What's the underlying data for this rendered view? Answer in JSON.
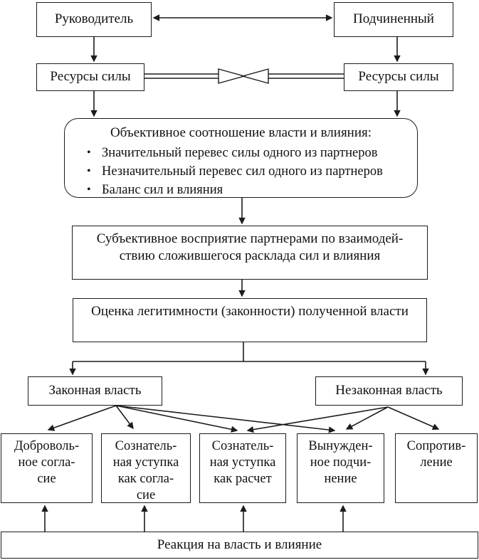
{
  "diagram": {
    "top": {
      "leader": "Руководитель",
      "subordinate": "Подчиненный",
      "resources_left": "Ресурсы силы",
      "resources_right": "Ресурсы силы"
    },
    "objective": {
      "title": "Объективное соотношение власти и влияния:",
      "bullet_glyph": "•",
      "bullets": [
        "Значительный перевес силы одного из партнеров",
        "Незначительный перевес сил одного из партнеров",
        "Баланс сил и влияния"
      ]
    },
    "subjective": {
      "line1": "Субъективное восприятие партнерами по взаимодей-",
      "line2": "ствию сложившегося расклада сил и влияния"
    },
    "legitimacy": "Оценка легитимности (законности) полученной власти",
    "legal_power": "Законная власть",
    "illegal_power": "Незаконная власть",
    "outcomes": [
      {
        "lines": [
          "Доброволь-",
          "ное согла-",
          "сие"
        ]
      },
      {
        "lines": [
          "Сознатель-",
          "ная уступка",
          "как согла-",
          "сие"
        ]
      },
      {
        "lines": [
          "Сознатель-",
          "ная уступка",
          "как расчет"
        ]
      },
      {
        "lines": [
          "Вынужден-",
          "ное подчи-",
          "нение"
        ]
      },
      {
        "lines": [
          "Сопротив-",
          "ление"
        ]
      }
    ],
    "reaction": "Реакция на власть и влияние",
    "colors": {
      "line": "#1c1c1c",
      "background": "#ffffff",
      "text": "#111111"
    }
  }
}
